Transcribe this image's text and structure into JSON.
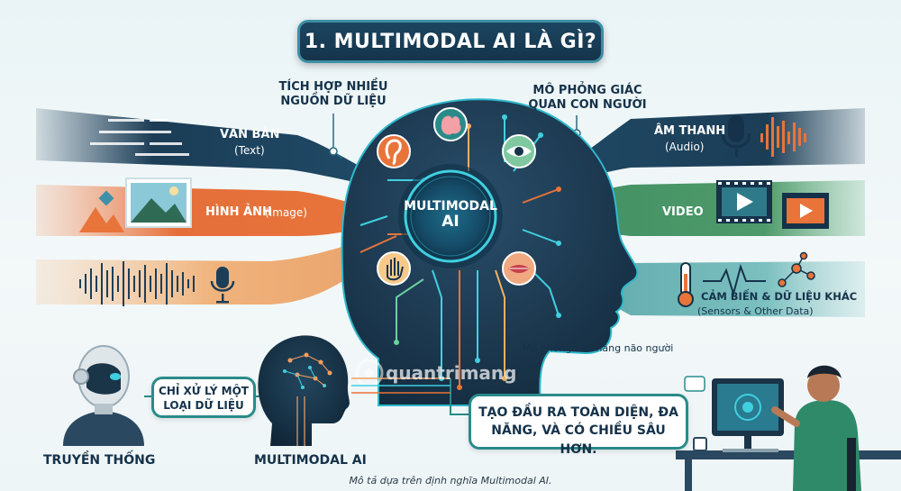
{
  "title": "1. MULTIMODAL AI LÀ GÌ?",
  "labels": {
    "integrate": [
      "TÍCH HỢP NHIỀU",
      "NGUỒN DỮ LIỆU"
    ],
    "simulate_senses": [
      "MÔ PHỎNG GIÁC",
      "QUAN CON NGƯỜI"
    ],
    "text": {
      "name": "VĂN BẢN",
      "sub": "(Text)"
    },
    "image": {
      "name": "HÌNH ẢNH",
      "sub": "(Image)"
    },
    "audio": {
      "name": "ÂM THANH",
      "sub": "(Audio)"
    },
    "video": {
      "name": "VIDEO"
    },
    "sensors": {
      "name": "CẢM BIẾN & DỮ LIỆU KHÁC",
      "sub": "(Sensors & Other Data)"
    },
    "core": [
      "MULTIMODAL",
      "AI"
    ],
    "brain_sim": "Mô phỏng khả năng não người",
    "single_type": [
      "CHỈ XỬ LÝ MỘT",
      "LOẠI DỮ LIỆU"
    ],
    "traditional": "TRUYỀN THỐNG",
    "multimodal_ai": "MULTIMODAL AI",
    "output": [
      "TẠO ĐẦU RA TOÀN DIỆN, ĐA",
      "NĂNG, VÀ CÓ CHIỀU SÂU HƠN."
    ],
    "footer": "Mô tả dựa trên định nghĩa Multimodal AI.",
    "watermark": "quantrimang"
  },
  "colors": {
    "navy": "#1d3e58",
    "teal": "#2a8a8a",
    "orange": "#e8743a",
    "green": "#4f9a6a",
    "brain_glow": "#3fd0e0"
  }
}
